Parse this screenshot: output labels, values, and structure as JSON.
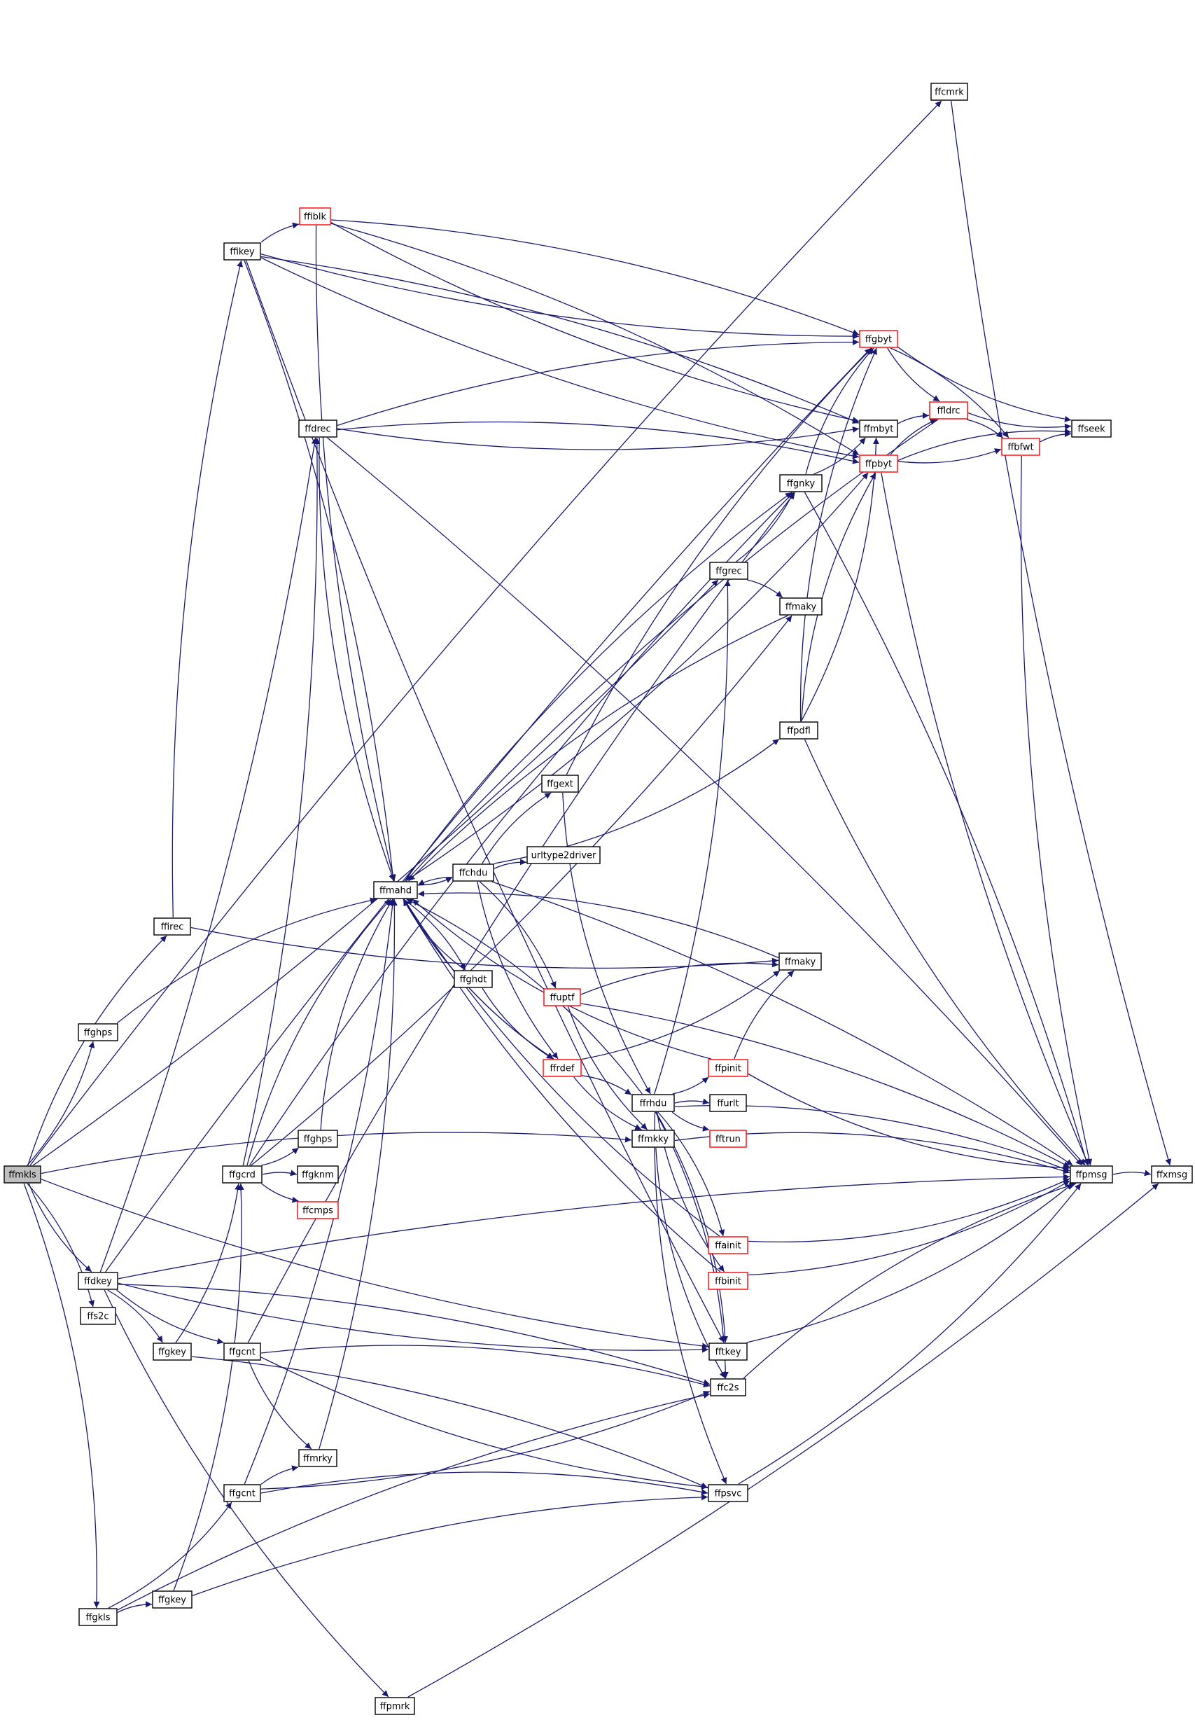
{
  "colors": {
    "edge": "#191970",
    "node_border": "#000000",
    "truncated_border": "#ff0000",
    "root_fill": "#bfbfbf",
    "background": "#ffffff"
  },
  "nodes": [
    {
      "id": "ffmkls",
      "label": "ffmkls",
      "root": true
    },
    {
      "id": "ffcmrk",
      "label": "ffcmrk"
    },
    {
      "id": "ffiblk",
      "label": "ffiblk",
      "truncated": true
    },
    {
      "id": "ffikey",
      "label": "ffikey"
    },
    {
      "id": "ffgbyt",
      "label": "ffgbyt",
      "truncated": true
    },
    {
      "id": "ffdrec",
      "label": "ffdrec"
    },
    {
      "id": "ffldrc",
      "label": "ffldrc",
      "truncated": true
    },
    {
      "id": "ffmbyt",
      "label": "ffmbyt"
    },
    {
      "id": "ffseek",
      "label": "ffseek"
    },
    {
      "id": "ffbfwt",
      "label": "ffbfwt",
      "truncated": true
    },
    {
      "id": "ffpbyt",
      "label": "ffpbyt",
      "truncated": true
    },
    {
      "id": "ffgnky",
      "label": "ffgnky"
    },
    {
      "id": "ffgrec",
      "label": "ffgrec"
    },
    {
      "id": "ffmaky1",
      "label": "ffmaky"
    },
    {
      "id": "ffpdfl",
      "label": "ffpdfl"
    },
    {
      "id": "ffgext",
      "label": "ffgext"
    },
    {
      "id": "urltype2driver",
      "label": "urltype2driver"
    },
    {
      "id": "ffchdu",
      "label": "ffchdu"
    },
    {
      "id": "ffmahd",
      "label": "ffmahd"
    },
    {
      "id": "ffirec",
      "label": "ffirec"
    },
    {
      "id": "ffmaky2",
      "label": "ffmaky"
    },
    {
      "id": "ffghdt",
      "label": "ffghdt"
    },
    {
      "id": "ffuptf",
      "label": "ffuptf",
      "truncated": true
    },
    {
      "id": "ffghps1",
      "label": "ffghps"
    },
    {
      "id": "ffpinit",
      "label": "ffpinit",
      "truncated": true
    },
    {
      "id": "ffrdef",
      "label": "ffrdef",
      "truncated": true
    },
    {
      "id": "ffrhdu",
      "label": "ffrhdu"
    },
    {
      "id": "ffurlt",
      "label": "ffurlt"
    },
    {
      "id": "ffghps2",
      "label": "ffghps"
    },
    {
      "id": "fftrun",
      "label": "fftrun",
      "truncated": true
    },
    {
      "id": "ffmkky",
      "label": "ffmkky"
    },
    {
      "id": "ffgcrd",
      "label": "ffgcrd"
    },
    {
      "id": "ffgknm",
      "label": "ffgknm"
    },
    {
      "id": "ffpmsg",
      "label": "ffpmsg"
    },
    {
      "id": "ffxmsg",
      "label": "ffxmsg"
    },
    {
      "id": "ffcmps",
      "label": "ffcmps",
      "truncated": true
    },
    {
      "id": "ffainit",
      "label": "ffainit",
      "truncated": true
    },
    {
      "id": "ffdkey",
      "label": "ffdkey"
    },
    {
      "id": "ffbinit",
      "label": "ffbinit",
      "truncated": true
    },
    {
      "id": "ffs2c",
      "label": "ffs2c"
    },
    {
      "id": "fftkey",
      "label": "fftkey"
    },
    {
      "id": "ffgkey1",
      "label": "ffgkey"
    },
    {
      "id": "ffgcnt1",
      "label": "ffgcnt"
    },
    {
      "id": "ffc2s",
      "label": "ffc2s"
    },
    {
      "id": "ffmrky",
      "label": "ffmrky"
    },
    {
      "id": "ffgcnt2",
      "label": "ffgcnt"
    },
    {
      "id": "ffpsvc",
      "label": "ffpsvc"
    },
    {
      "id": "ffgkey2",
      "label": "ffgkey"
    },
    {
      "id": "ffgkls",
      "label": "ffgkls"
    },
    {
      "id": "ffpmrk",
      "label": "ffpmrk"
    }
  ],
  "edges": [
    [
      "ffmkls",
      "ffcmrk"
    ],
    [
      "ffmkls",
      "ffgrec"
    ],
    [
      "ffmkls",
      "ffirec"
    ],
    [
      "ffmkls",
      "ffghps1"
    ],
    [
      "ffmkls",
      "ffmkky"
    ],
    [
      "ffmkls",
      "ffdkey"
    ],
    [
      "ffmkls",
      "ffs2c"
    ],
    [
      "ffmkls",
      "fftkey"
    ],
    [
      "ffmkls",
      "ffgkls"
    ],
    [
      "ffcmrk",
      "ffxmsg"
    ],
    [
      "ffikey",
      "ffiblk"
    ],
    [
      "ffikey",
      "ffgbyt"
    ],
    [
      "ffikey",
      "ffmbyt"
    ],
    [
      "ffikey",
      "ffpbyt"
    ],
    [
      "ffikey",
      "ffmahd"
    ],
    [
      "ffikey",
      "fftkey"
    ],
    [
      "ffiblk",
      "ffgbyt"
    ],
    [
      "ffiblk",
      "ffmbyt"
    ],
    [
      "ffiblk",
      "ffpbyt"
    ],
    [
      "ffiblk",
      "ffmahd"
    ],
    [
      "ffdrec",
      "ffgbyt"
    ],
    [
      "ffdrec",
      "ffmbyt"
    ],
    [
      "ffdrec",
      "ffpbyt"
    ],
    [
      "ffdrec",
      "ffmahd"
    ],
    [
      "ffdrec",
      "ffpmsg"
    ],
    [
      "ffgbyt",
      "ffldrc"
    ],
    [
      "ffgbyt",
      "ffbfwt"
    ],
    [
      "ffgbyt",
      "ffseek"
    ],
    [
      "ffldrc",
      "ffbfwt"
    ],
    [
      "ffldrc",
      "ffseek"
    ],
    [
      "ffmbyt",
      "ffldrc"
    ],
    [
      "ffldrc",
      "ffmahd"
    ],
    [
      "ffpbyt",
      "ffldrc"
    ],
    [
      "ffpbyt",
      "ffbfwt"
    ],
    [
      "ffpbyt",
      "ffseek"
    ],
    [
      "ffpbyt",
      "ffpmsg"
    ],
    [
      "ffbfwt",
      "ffseek"
    ],
    [
      "ffbfwt",
      "ffpmsg"
    ],
    [
      "ffgnky",
      "ffgbyt"
    ],
    [
      "ffgnky",
      "ffmbyt"
    ],
    [
      "ffgnky",
      "ffpmsg"
    ],
    [
      "ffgrec",
      "ffgnky"
    ],
    [
      "ffgrec",
      "ffmaky1"
    ],
    [
      "ffmaky1",
      "ffmahd"
    ],
    [
      "ffpdfl",
      "ffgbyt"
    ],
    [
      "ffpdfl",
      "ffmbyt"
    ],
    [
      "ffpdfl",
      "ffpbyt"
    ],
    [
      "ffpdfl",
      "ffpmsg"
    ],
    [
      "ffgext",
      "ffgbyt"
    ],
    [
      "ffgext",
      "ffrhdu"
    ],
    [
      "ffchdu",
      "urltype2driver"
    ],
    [
      "ffchdu",
      "ffmahd"
    ],
    [
      "ffchdu",
      "ffgext"
    ],
    [
      "ffchdu",
      "ffpdfl"
    ],
    [
      "ffchdu",
      "ffuptf"
    ],
    [
      "ffchdu",
      "ffrdef"
    ],
    [
      "ffchdu",
      "ffpmsg"
    ],
    [
      "ffmahd",
      "ffchdu"
    ],
    [
      "ffmahd",
      "ffgnky"
    ],
    [
      "ffmahd",
      "ffpbyt"
    ],
    [
      "ffmahd",
      "ffghdt"
    ],
    [
      "ffmahd",
      "ffrdef"
    ],
    [
      "ffghdt",
      "ffmahd"
    ],
    [
      "ffghdt",
      "ffrdef"
    ],
    [
      "ffirec",
      "ffikey"
    ],
    [
      "ffirec",
      "ffmaky2"
    ],
    [
      "ffghps1",
      "ffmahd"
    ],
    [
      "ffmaky2",
      "ffmahd"
    ],
    [
      "ffuptf",
      "ffmaky2"
    ],
    [
      "ffuptf",
      "ffmkky"
    ],
    [
      "ffuptf",
      "ffpmsg"
    ],
    [
      "ffrdef",
      "ffmaky2"
    ],
    [
      "ffrdef",
      "ffrhdu"
    ],
    [
      "ffrdef",
      "ffmkky"
    ],
    [
      "ffrdef",
      "ffmahd"
    ],
    [
      "ffrhdu",
      "ffpinit"
    ],
    [
      "ffrhdu",
      "ffurlt"
    ],
    [
      "ffrhdu",
      "fftrun"
    ],
    [
      "ffrhdu",
      "ffainit"
    ],
    [
      "ffrhdu",
      "ffbinit"
    ],
    [
      "ffrhdu",
      "ffc2s"
    ],
    [
      "ffrhdu",
      "ffpsvc"
    ],
    [
      "ffrhdu",
      "ffpmsg"
    ],
    [
      "ffrhdu",
      "ffgrec"
    ],
    [
      "ffrhdu",
      "fftkey"
    ],
    [
      "ffrhdu",
      "ffmahd"
    ],
    [
      "ffpinit",
      "ffmaky2"
    ],
    [
      "ffpinit",
      "ffpmsg"
    ],
    [
      "ffpinit",
      "ffmahd"
    ],
    [
      "ffmkky",
      "ffc2s"
    ],
    [
      "ffmkky",
      "ffpmsg"
    ],
    [
      "ffainit",
      "ffpmsg"
    ],
    [
      "ffainit",
      "ffmahd"
    ],
    [
      "ffbinit",
      "ffpmsg"
    ],
    [
      "ffbinit",
      "ffmahd"
    ],
    [
      "fftkey",
      "ffpmsg"
    ],
    [
      "ffc2s",
      "ffpmsg"
    ],
    [
      "ffpsvc",
      "ffpmsg"
    ],
    [
      "ffpmsg",
      "ffxmsg"
    ],
    [
      "ffgcrd",
      "ffghps2"
    ],
    [
      "ffgcrd",
      "ffgknm"
    ],
    [
      "ffgcrd",
      "ffcmps"
    ],
    [
      "ffgcrd",
      "ffgnky"
    ],
    [
      "ffgcrd",
      "ffmaky1"
    ],
    [
      "ffgcrd",
      "ffmahd"
    ],
    [
      "ffgcrd",
      "ffdrec"
    ],
    [
      "ffghps2",
      "ffmahd"
    ],
    [
      "ffdkey",
      "ffgcnt1"
    ],
    [
      "ffdkey",
      "ffgkey1"
    ],
    [
      "ffdkey",
      "ffdrec"
    ],
    [
      "ffdkey",
      "ffc2s"
    ],
    [
      "ffdkey",
      "fftkey"
    ],
    [
      "ffdkey",
      "ffpmsg"
    ],
    [
      "ffdkey",
      "ffpmrk"
    ],
    [
      "ffdkey",
      "ffgbyt"
    ],
    [
      "ffgkey1",
      "ffgcrd"
    ],
    [
      "ffgkey1",
      "ffpsvc"
    ],
    [
      "ffgcnt1",
      "ffmrky"
    ],
    [
      "ffgcnt1",
      "ffc2s"
    ],
    [
      "ffgcnt1",
      "ffpsvc"
    ],
    [
      "ffgcnt1",
      "ffgnky"
    ],
    [
      "ffmrky",
      "ffmahd"
    ],
    [
      "ffgcnt2",
      "ffmrky"
    ],
    [
      "ffgcnt2",
      "ffc2s"
    ],
    [
      "ffgcnt2",
      "ffpsvc"
    ],
    [
      "ffgcnt2",
      "ffmahd"
    ],
    [
      "ffgkls",
      "ffgkey2"
    ],
    [
      "ffgkls",
      "ffgcnt2"
    ],
    [
      "ffgkls",
      "ffc2s"
    ],
    [
      "ffgkey2",
      "ffgcrd"
    ],
    [
      "ffgkey2",
      "ffpsvc"
    ],
    [
      "ffpmrk",
      "ffxmsg"
    ]
  ]
}
